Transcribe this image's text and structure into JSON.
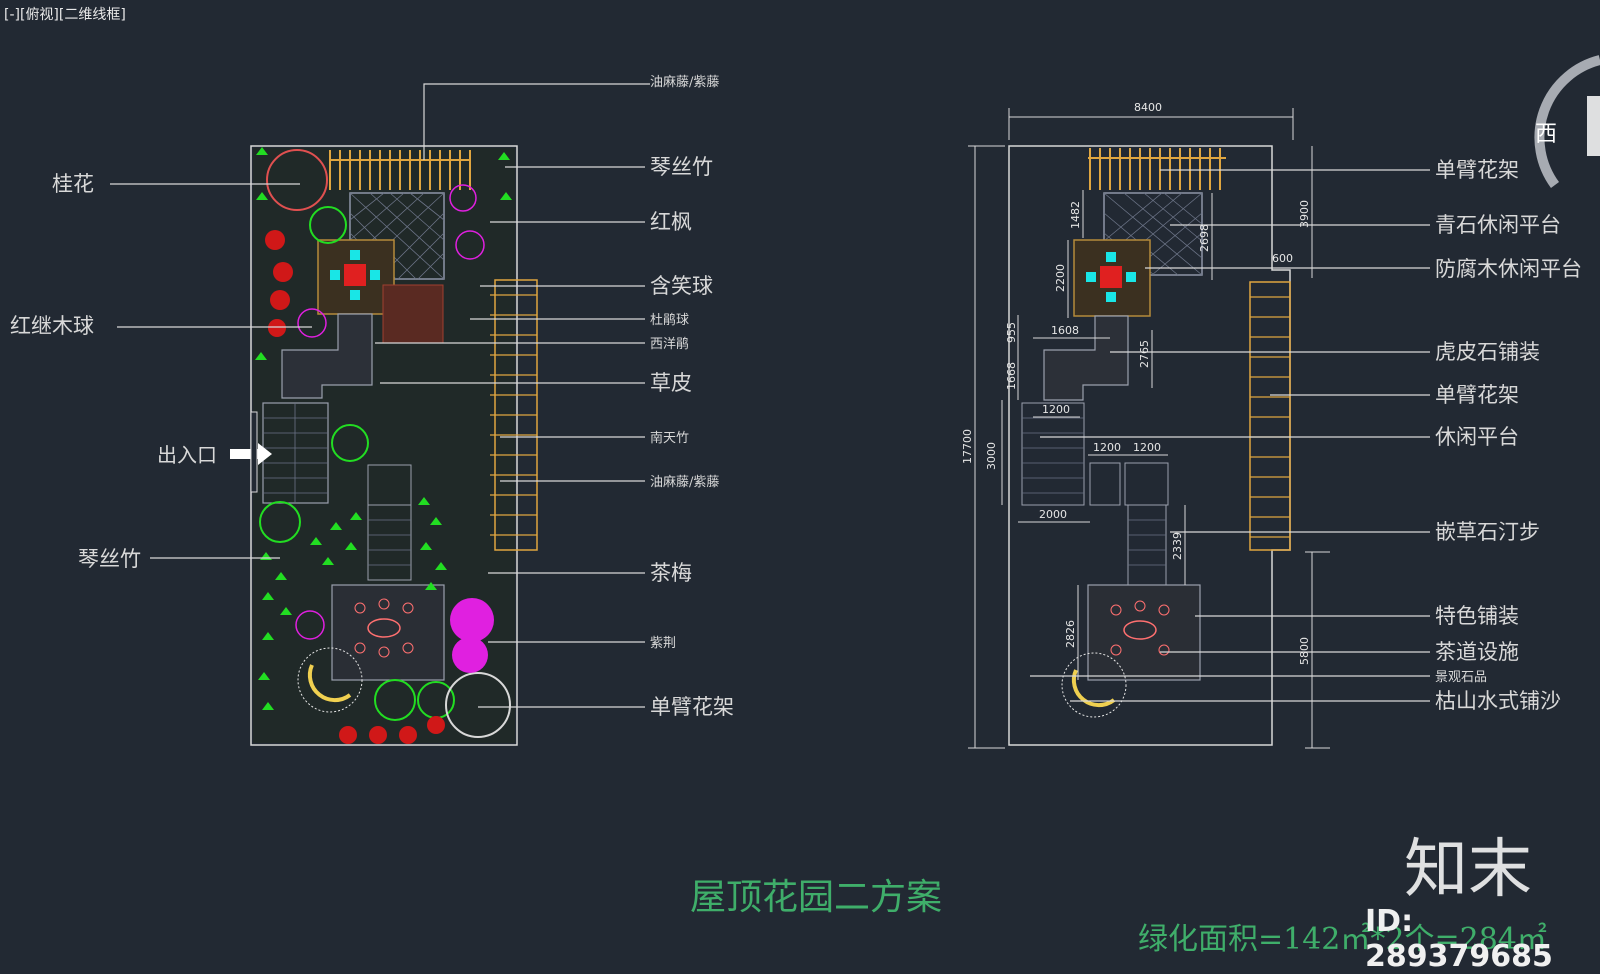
{
  "viewport": {
    "label": "[-][俯视][二维线框]"
  },
  "title": "屋顶花园二方案",
  "area_text": "绿化面积=142㎡*2个=284㎡",
  "watermark": {
    "brand": "知末",
    "id": "ID: 289379685"
  },
  "compass": {
    "west": "西"
  },
  "plan_left": {
    "labels_left": [
      "桂花",
      "红继木球",
      "出入口",
      "琴丝竹"
    ],
    "labels_right": [
      "油麻藤/紫藤",
      "琴丝竹",
      "红枫",
      "含笑球",
      "杜鹃球",
      "西洋鹃",
      "草皮",
      "南天竹",
      "油麻藤/紫藤",
      "茶梅",
      "紫荆",
      "单臂花架"
    ]
  },
  "plan_right": {
    "labels": [
      "单臂花架",
      "青石休闲平台",
      "防腐木休闲平台",
      "虎皮石铺装",
      "单臂花架",
      "休闲平台",
      "嵌草石汀步",
      "特色铺装",
      "茶道设施",
      "景观石品",
      "枯山水式铺沙"
    ],
    "dimensions": [
      "8400",
      "17700",
      "1482",
      "2698",
      "3900",
      "600",
      "2200",
      "955",
      "1608",
      "2765",
      "1668",
      "1200",
      "3000",
      "1200",
      "1200",
      "2000",
      "2339",
      "2826",
      "5800"
    ]
  },
  "colors": {
    "background": "#222933",
    "outline": "#d8d8d8",
    "green": "#22dd22",
    "title_green": "#3fae6a",
    "wood": "#e0a640",
    "cyan": "#19e6e6",
    "red": "#e02020",
    "magenta": "#e020e0"
  }
}
